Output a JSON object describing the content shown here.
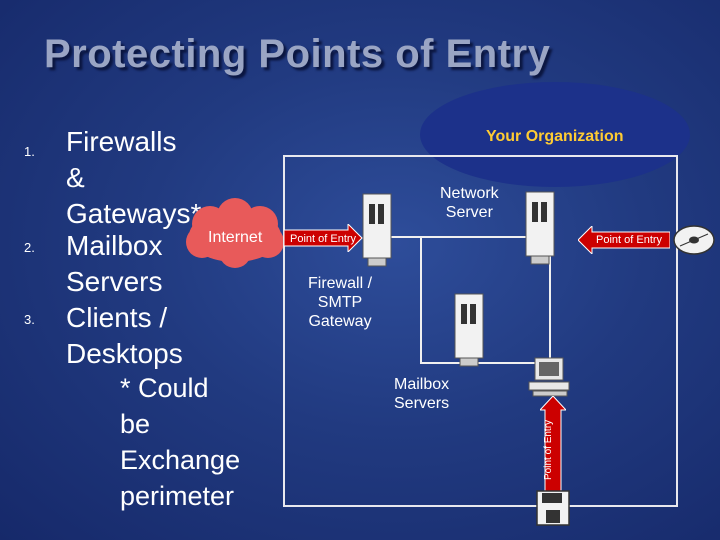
{
  "title": "Protecting Points of Entry",
  "list": {
    "items": [
      {
        "number": "1.",
        "lines": [
          "Firewalls",
          "&",
          "Gateways*"
        ]
      },
      {
        "number": "2.",
        "lines": [
          "Mailbox",
          "Servers"
        ]
      },
      {
        "number": "3.",
        "lines": [
          "Clients /",
          "Desktops"
        ]
      }
    ],
    "note_lines": [
      "* Could be",
      "Exchange",
      "perimeter"
    ]
  },
  "diagram": {
    "internet_label": "Internet",
    "organization_label": "Your Organization",
    "network_server_label": [
      "Network",
      "Server"
    ],
    "firewall_label": [
      "Firewall /",
      "SMTP",
      "Gateway"
    ],
    "mailbox_label": [
      "Mailbox",
      "Servers"
    ],
    "point_of_entry_left": "Point of Entry",
    "point_of_entry_right": "Point of Entry",
    "point_of_entry_bottom": "Point of Entry",
    "colors": {
      "arrow": "#cc0000",
      "cloud": "#e85a5a",
      "org_label": "#ffcc33",
      "title": "#9aa5c4"
    },
    "icons": [
      "server-icon",
      "desktop-computer-icon",
      "floppy-disk-icon",
      "cd-disc-icon",
      "cloud-icon"
    ]
  }
}
